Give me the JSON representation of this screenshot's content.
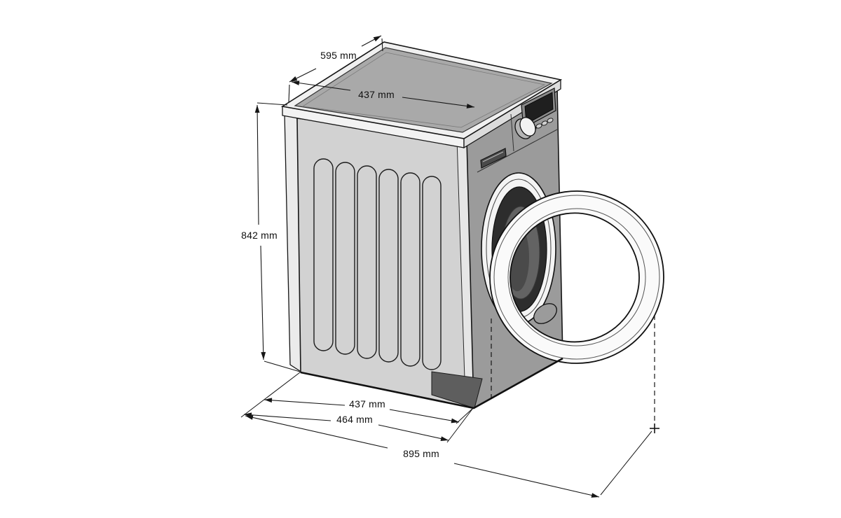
{
  "diagram": {
    "subject": "washing-machine-dimensions",
    "unit": "mm",
    "labels": {
      "top_depth": "595 mm",
      "top_width": "437 mm",
      "height": "842 mm",
      "bottom_width": "437 mm",
      "bottom_width_with_door": "464 mm",
      "bottom_width_door_open": "895 mm"
    },
    "measurements": {
      "top_depth_mm": 595,
      "top_width_mm": 437,
      "height_mm": 842,
      "body_depth_mm": 437,
      "depth_with_closed_door_mm": 464,
      "depth_with_open_door_mm": 895
    },
    "colors": {
      "background": "#ffffff",
      "line": "#161616",
      "side_panel": "#d2d2d2",
      "front_panel": "#9b9b9b",
      "top_surface": "#a9a9a9",
      "top_lip": "#f2f2f2",
      "drum_dark": "#2d2d2d",
      "drum_inner": "#636363",
      "door_ring": "#fafafa",
      "shadow_wedge": "#5e5e5e"
    }
  }
}
